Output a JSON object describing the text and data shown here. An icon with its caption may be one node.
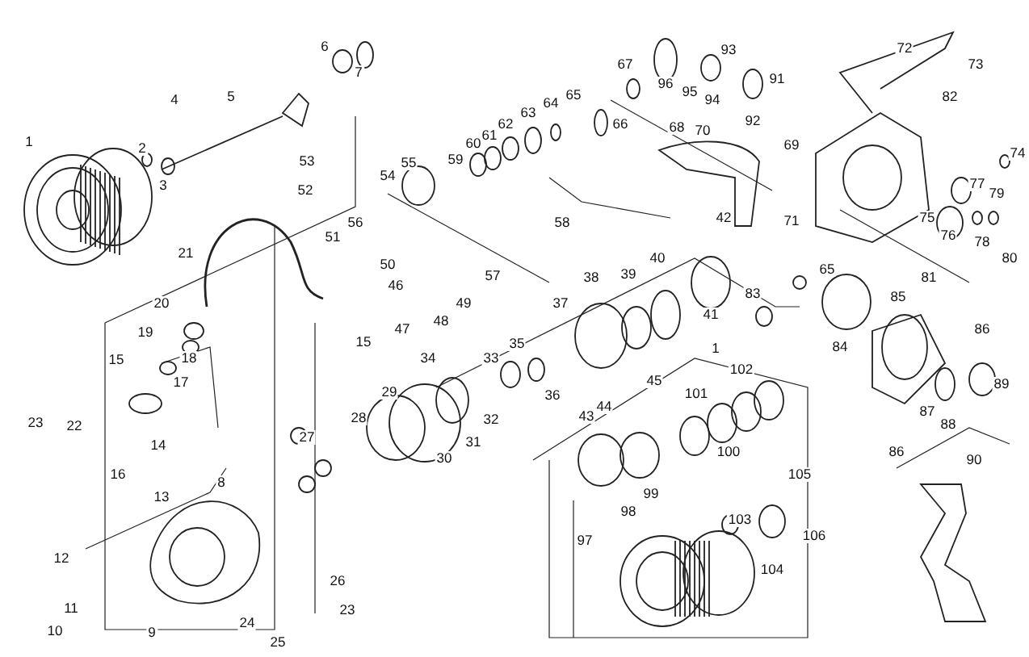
{
  "diagram": {
    "labels": [
      "72",
      "93",
      "6",
      "67",
      "73",
      "7",
      "91",
      "96",
      "95",
      "65",
      "5",
      "82",
      "4",
      "94",
      "64",
      "63",
      "92",
      "62",
      "66",
      "68",
      "70",
      "61",
      "1",
      "60",
      "69",
      "2",
      "74",
      "59",
      "53",
      "55",
      "54",
      "3",
      "77",
      "52",
      "79",
      "75",
      "42",
      "71",
      "56",
      "58",
      "76",
      "51",
      "78",
      "21",
      "80",
      "40",
      "50",
      "65",
      "39",
      "57",
      "38",
      "81",
      "46",
      "83",
      "85",
      "37",
      "49",
      "20",
      "41",
      "48",
      "47",
      "86",
      "19",
      "15",
      "35",
      "84",
      "1",
      "34",
      "33",
      "18",
      "15",
      "102",
      "45",
      "17",
      "89",
      "29",
      "101",
      "36",
      "44",
      "87",
      "43",
      "28",
      "32",
      "23",
      "88",
      "22",
      "27",
      "31",
      "14",
      "100",
      "86",
      "30",
      "90",
      "16",
      "105",
      "8",
      "99",
      "13",
      "98",
      "103",
      "106",
      "97",
      "12",
      "104",
      "26",
      "11",
      "23",
      "24",
      "10",
      "9",
      "25"
    ]
  }
}
